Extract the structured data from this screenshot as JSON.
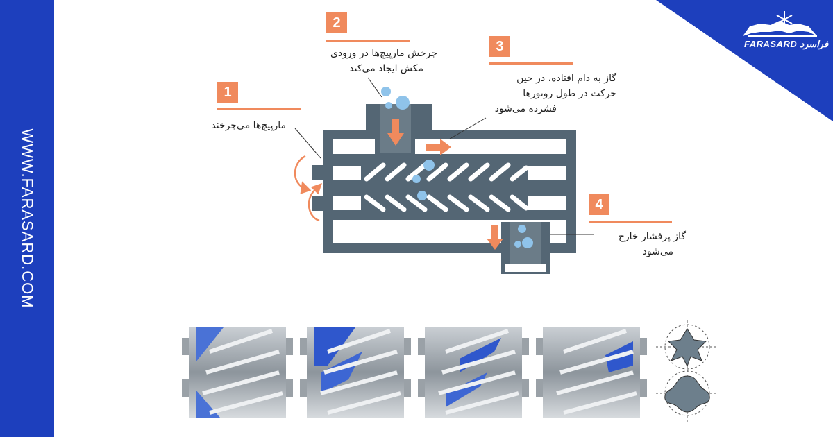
{
  "brand": {
    "website": "WWW.FARASARD.COM",
    "logo_text": "FARASARD فراسرد",
    "accent_color": "#1d3fbd",
    "highlight_color": "#f08a5d"
  },
  "diagram": {
    "steps": [
      {
        "number": "1",
        "text": "مارپیچ‌ها می‌چرخند"
      },
      {
        "number": "2",
        "text_line1": "چرخش مارپیچ‌ها در ورودی",
        "text_line2": "مکش ایجاد می‌کند"
      },
      {
        "number": "3",
        "text_line1": "گاز به دام افتاده، در حین",
        "text_line2": "حرکت در طول روتورها",
        "text_line3": "فشرده می‌شود"
      },
      {
        "number": "4",
        "text_line1": "گاز پرفشار خارج",
        "text_line2": "می‌شود"
      }
    ],
    "icons": [
      "rotation-arrow-icon",
      "flow-arrow-icon",
      "gas-bubble-icon",
      "snowflake-icon"
    ]
  }
}
